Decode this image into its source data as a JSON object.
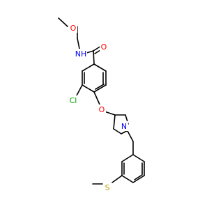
{
  "colors": {
    "bond": "#000000",
    "carbon": "#000000",
    "oxygen": "#ff0000",
    "nitrogen": "#0000ff",
    "chlorine": "#00a000",
    "sulfur": "#b8a000"
  },
  "atom_labels": {
    "methoxy_o": "O",
    "amide_nh": "NH",
    "carbonyl_o": "O",
    "chloro": "Cl",
    "ether_o": "O",
    "piperidine_n": "N",
    "thioether_s": "S"
  }
}
